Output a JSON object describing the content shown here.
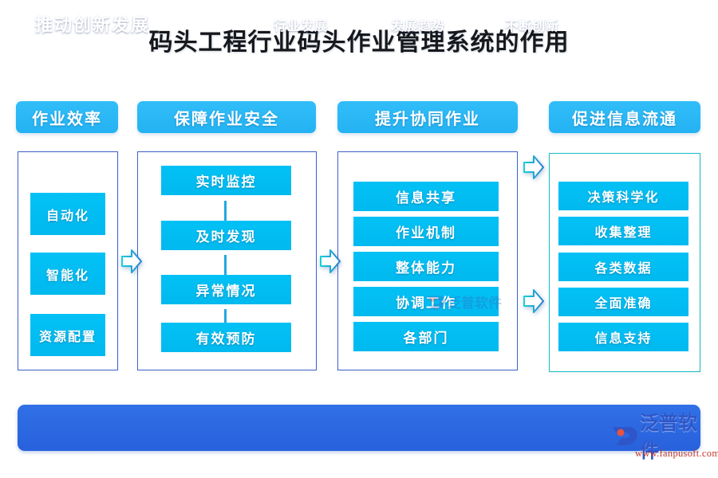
{
  "page": {
    "title": "码头工程行业码头作业管理系统的作用"
  },
  "colors": {
    "header_pill": "#2cb8f5",
    "chip": "#00bdf2",
    "frame_border": "#3f62c8",
    "frame_border_accent": "#17bfc4",
    "banner": "#2b68e0",
    "arrow_stroke": "#22a8e4",
    "logo_blue": "#2f56c8",
    "logo_red": "#c0392b"
  },
  "columns": [
    {
      "header": "作业效率",
      "items": [
        "自动化",
        "智能化",
        "资源配置"
      ]
    },
    {
      "header": "保障作业安全",
      "items": [
        "实时监控",
        "及时发现",
        "异常情况",
        "有效预防"
      ]
    },
    {
      "header": "提升协同作业",
      "items": [
        "信息共享",
        "作业机制",
        "整体能力",
        "协调工作",
        "各部门"
      ]
    },
    {
      "header": "促进信息流通",
      "items": [
        "决策科学化",
        "收集整理",
        "各类数据",
        "全面准确",
        "信息支持"
      ]
    }
  ],
  "banner": {
    "main": "推动创新发展",
    "items": [
      "行业发展",
      "发展趋势",
      "不断创新"
    ]
  },
  "logo": {
    "name": "泛普软件",
    "url": "www.fanpusoft.com"
  },
  "watermark": {
    "name": "泛普软件"
  }
}
